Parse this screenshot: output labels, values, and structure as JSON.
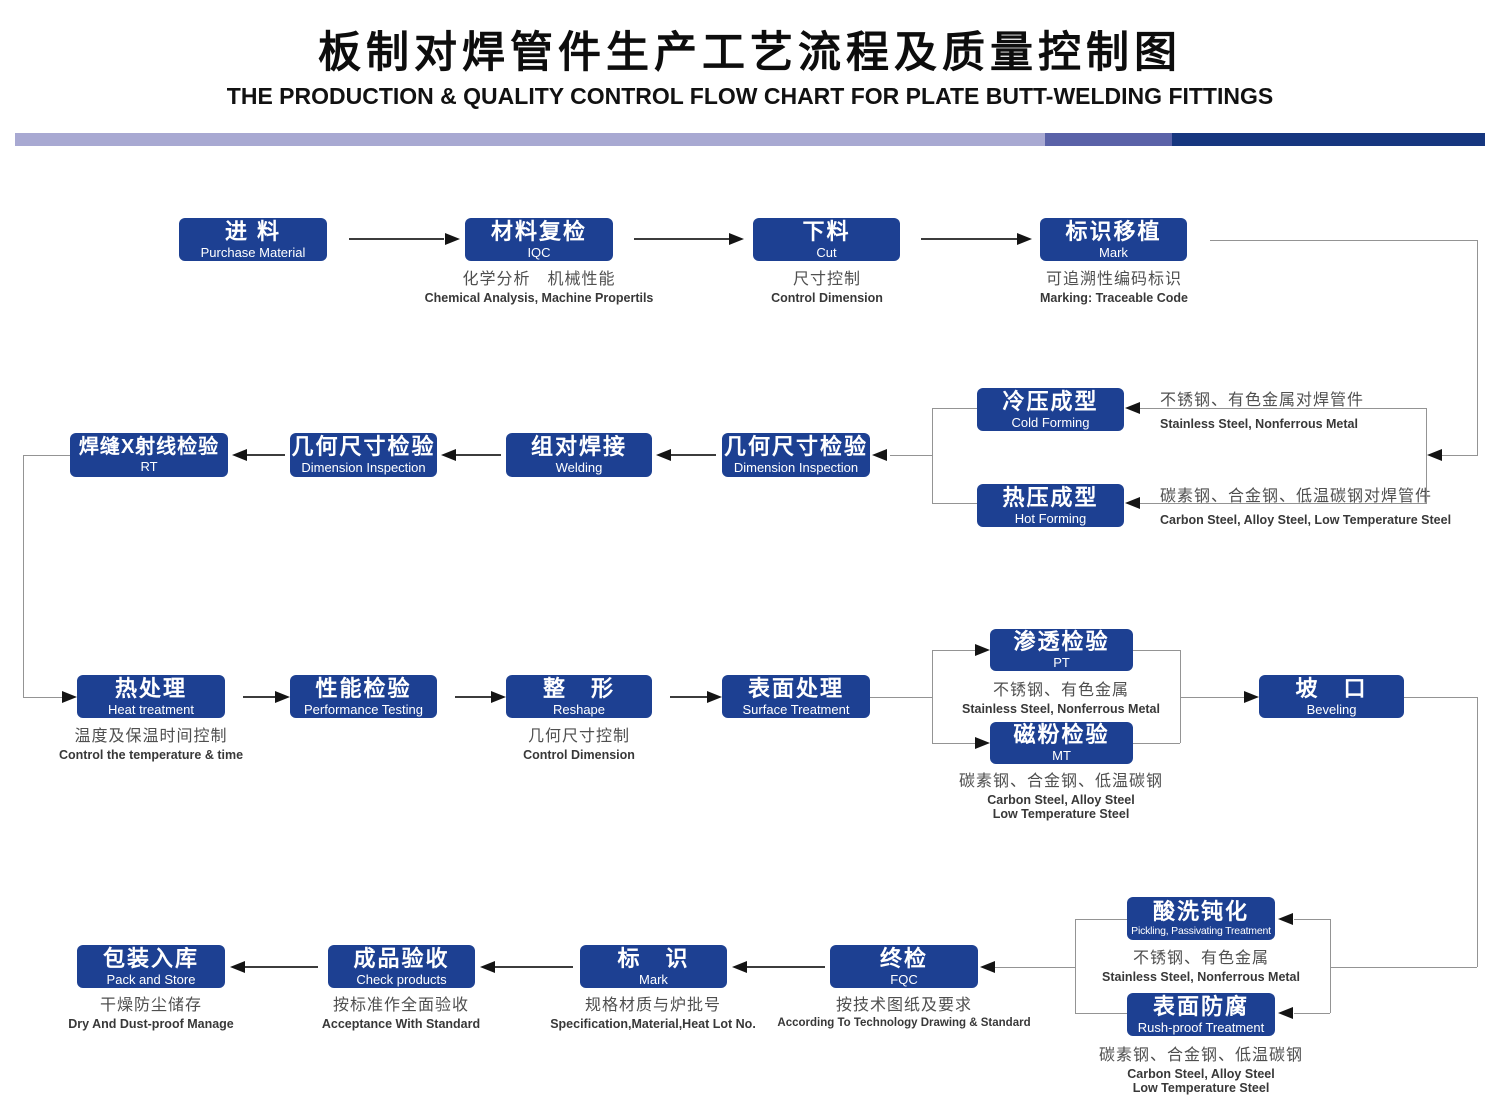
{
  "header": {
    "title_cn": "板制对焊管件生产工艺流程及质量控制图",
    "title_en": "THE PRODUCTION & QUALITY CONTROL FLOW CHART FOR PLATE BUTT-WELDING FITTINGS"
  },
  "colors": {
    "box_blue": "#1d4092",
    "bar_light": "#a8a9d2",
    "bar_mid": "#5a62a8",
    "bar_dark": "#16367f",
    "connector_gray": "#949494",
    "arrow_black": "#141414"
  },
  "nodes": {
    "purchase": {
      "cn": "进 料",
      "en": "Purchase Material"
    },
    "iqc": {
      "cn": "材料复检",
      "en": "IQC",
      "cap_cn": "化学分析　机械性能",
      "cap_en": "Chemical Analysis,  Machine Propertils"
    },
    "cut": {
      "cn": "下料",
      "en": "Cut",
      "cap_cn": "尺寸控制",
      "cap_en": "Control Dimension"
    },
    "mark1": {
      "cn": "标识移植",
      "en": "Mark",
      "cap_cn": "可追溯性编码标识",
      "cap_en": "Marking: Traceable  Code"
    },
    "cold": {
      "cn": "冷压成型",
      "en": "Cold Forming",
      "side_cn": "不锈钢、有色金属对焊管件",
      "side_en": "Stainless Steel, Nonferrous Metal"
    },
    "hot": {
      "cn": "热压成型",
      "en": "Hot Forming",
      "side_cn": "碳素钢、合金钢、低温碳钢对焊管件",
      "side_en": "Carbon Steel, Alloy Steel, Low Temperature Steel"
    },
    "rt": {
      "cn": "焊缝X射线检验",
      "en": "RT"
    },
    "dim1": {
      "cn": "几何尺寸检验",
      "en": "Dimension Inspection"
    },
    "weld": {
      "cn": "组对焊接",
      "en": "Welding"
    },
    "dim2": {
      "cn": "几何尺寸检验",
      "en": "Dimension Inspection"
    },
    "heat": {
      "cn": "热处理",
      "en": "Heat treatment",
      "cap_cn": "温度及保温时间控制",
      "cap_en": "Control the  temperature  &  time"
    },
    "perf": {
      "cn": "性能检验",
      "en": "Performance Testing"
    },
    "reshape": {
      "cn": "整　形",
      "en": "Reshape",
      "cap_cn": "几何尺寸控制",
      "cap_en": "Control Dimension"
    },
    "surface": {
      "cn": "表面处理",
      "en": "Surface  Treatment"
    },
    "pt": {
      "cn": "渗透检验",
      "en": "PT",
      "cap_cn": "不锈钢、有色金属",
      "cap_en": "Stainless Steel, Nonferrous Metal"
    },
    "mt": {
      "cn": "磁粉检验",
      "en": "MT",
      "cap_cn": "碳素钢、合金钢、低温碳钢",
      "cap_en": "Carbon Steel, Alloy Steel",
      "cap_en2": "Low Temperature Steel"
    },
    "bevel": {
      "cn": "坡　口",
      "en": "Beveling"
    },
    "pickling": {
      "cn": "酸洗钝化",
      "en": "Pickling, Passivating  Treatment",
      "cap_cn": "不锈钢、有色金属",
      "cap_en": "Stainless Steel, Nonferrous Metal"
    },
    "rushproof": {
      "cn": "表面防腐",
      "en": "Rush-proof Treatment",
      "cap_cn": "碳素钢、合金钢、低温碳钢",
      "cap_en": "Carbon Steel, Alloy Steel",
      "cap_en2": "Low Temperature Steel"
    },
    "pack": {
      "cn": "包装入库",
      "en": "Pack and Store",
      "cap_cn": "干燥防尘储存",
      "cap_en": "Dry  And Dust-proof  Manage"
    },
    "check": {
      "cn": "成品验收",
      "en": "Check products",
      "cap_cn": "按标准作全面验收",
      "cap_en": "Acceptance  With  Standard"
    },
    "markb": {
      "cn": "标　识",
      "en": "Mark",
      "cap_cn": "规格材质与炉批号",
      "cap_en": "Specification,Material,Heat Lot No."
    },
    "fqc": {
      "cn": "终检",
      "en": "FQC",
      "cap_cn": "按技术图纸及要求",
      "cap_en": "According To Technology Drawing &  Standard"
    }
  }
}
